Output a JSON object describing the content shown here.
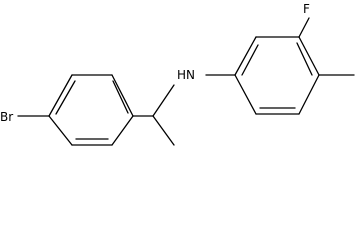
{
  "molecule": {
    "atoms": [
      {
        "id": "br",
        "symbol": "Br"
      },
      {
        "id": "n",
        "symbol": "HN"
      },
      {
        "id": "f",
        "symbol": "F"
      }
    ],
    "colors": {
      "bond": "#000000",
      "text": "#000000",
      "background": "#ffffff"
    }
  }
}
